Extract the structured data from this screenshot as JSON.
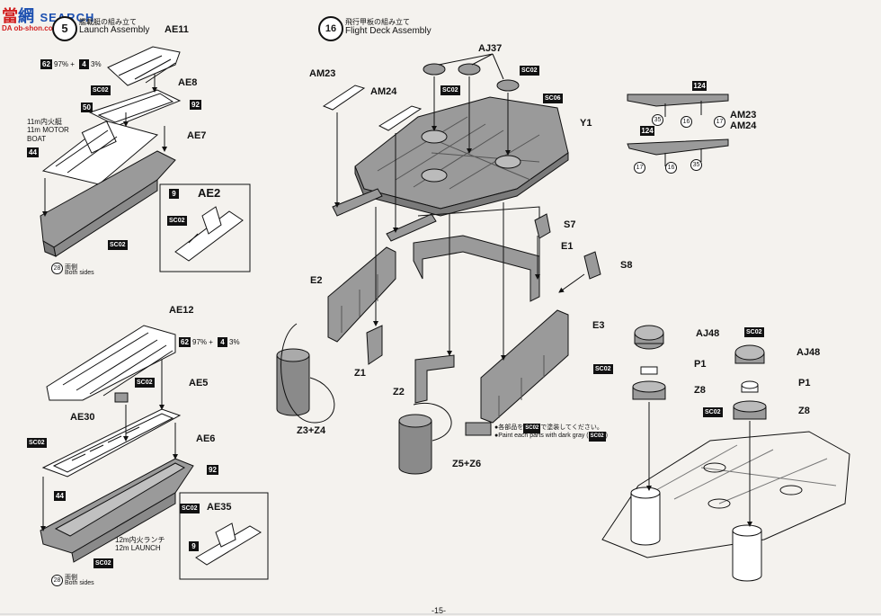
{
  "logo": {
    "brand_cn": "當",
    "brand_cn2": "網",
    "search": "SEARCH",
    "site": "DA  ob-shon.com"
  },
  "step15": {
    "number": "5",
    "title_jp": "艦載艇の組み立て",
    "title_en": "Launch Assembly"
  },
  "step16": {
    "number": "16",
    "title_jp": "飛行甲板の組み立て",
    "title_en": "Flight Deck Assembly"
  },
  "boat1": {
    "AE11": "AE11",
    "AE8": "AE8",
    "AE7": "AE7",
    "AE2": "AE2",
    "mix_pre": "62",
    "mix_text1": "97% +",
    "mix_num2": "4",
    "mix_text2": "3%",
    "color_50": "50",
    "color_92": "92",
    "color_44": "44",
    "color_9": "9",
    "color_28": "28",
    "sc": "SC02",
    "name_jp": "11m内火艇",
    "name_jp2": "11m MOTOR",
    "name_en": "BOAT",
    "both_jp": "両側",
    "both_en": "Both sides"
  },
  "boat2": {
    "AE12": "AE12",
    "AE5": "AE5",
    "AE30": "AE30",
    "AE6": "AE6",
    "AE35": "AE35",
    "mix_pre": "62",
    "mix_text1": "97% +",
    "mix_num2": "4",
    "mix_text2": "3%",
    "color_44": "44",
    "color_92": "92",
    "color_9": "9",
    "color_28": "28",
    "sc": "SC02",
    "name_jp": "12m内火ランチ",
    "name_en": "12m LAUNCH",
    "both_jp": "両側",
    "both_en": "Both sides"
  },
  "deck": {
    "AM23": "AM23",
    "AM24": "AM24",
    "AJ37": "AJ37",
    "SC02": "SC02",
    "SC06": "SC06",
    "Y1": "Y1",
    "S7": "S7",
    "S8": "S8",
    "E1": "E1",
    "E2": "E2",
    "E3": "E3",
    "Z1": "Z1",
    "Z2": "Z2",
    "Z3Z4": "Z3+Z4",
    "Z5Z6": "Z5+Z6",
    "AJ48a": "AJ48",
    "AJ48b": "AJ48",
    "P1a": "P1",
    "P1b": "P1",
    "Z8a": "Z8",
    "Z8b": "Z8",
    "AM23r": "AM23",
    "AM24r": "AM24",
    "c124": "124",
    "c35": "35",
    "c16": "16",
    "c17": "17",
    "note_jp_pre": "●各部品を",
    "note_jp_post": "で塗装してください。",
    "note_en_pre": "●Paint each parts with dark gray (",
    "note_en_post": ")"
  },
  "page_no": "-15-",
  "colors": {
    "part_gray": "#9a9a9a",
    "part_light": "#d8d8d8",
    "paper": "#f4f2ee",
    "ink": "#111111",
    "logo_red": "#d22020",
    "logo_blue": "#1b4fb0"
  }
}
